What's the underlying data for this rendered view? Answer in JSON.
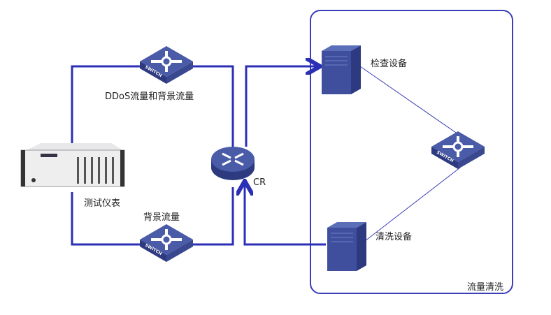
{
  "labels": {
    "ddos_traffic": "DDoS流量和背景流量",
    "background_traffic": "背景流量",
    "tester": "测试仪表",
    "router": "CR",
    "detector": "检查设备",
    "cleaner": "清洗设备",
    "zone": "流量清洗"
  },
  "switch_text": "SWITCH",
  "colors": {
    "line": "#2b2fb5",
    "device": "#3c4a9a",
    "zone_border": "#3a3fb8"
  }
}
